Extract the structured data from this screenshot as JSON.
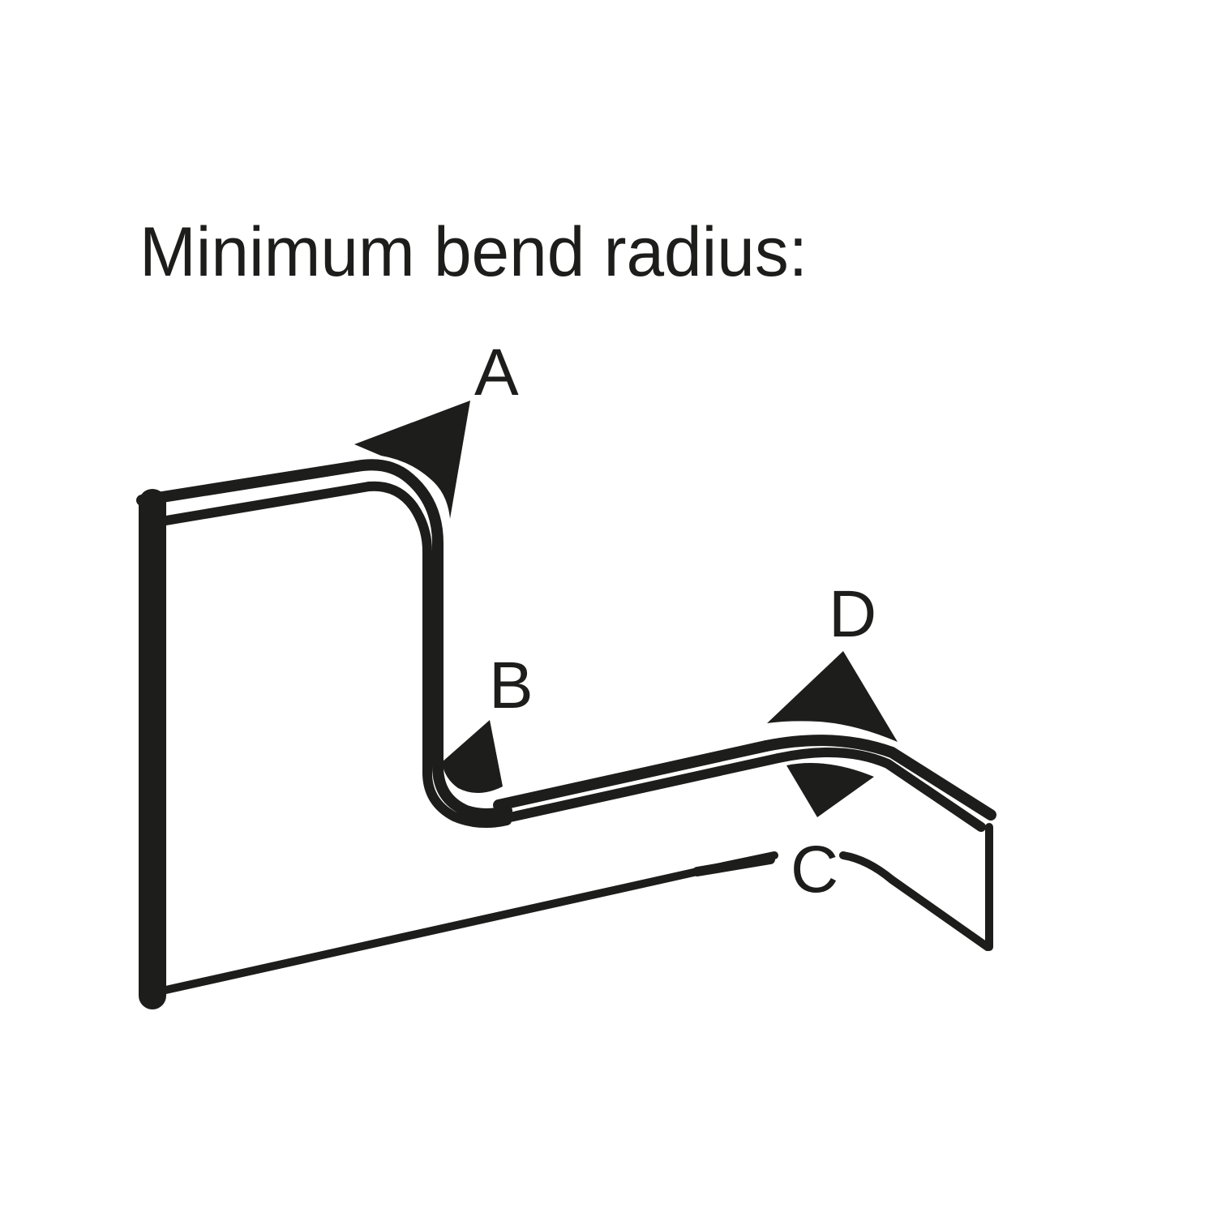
{
  "title": "Minimum bend radius:",
  "labels": {
    "a": "A",
    "b": "B",
    "c": "C",
    "d": "D"
  },
  "colors": {
    "ink": "#1d1d1b",
    "background": "#ffffff"
  }
}
